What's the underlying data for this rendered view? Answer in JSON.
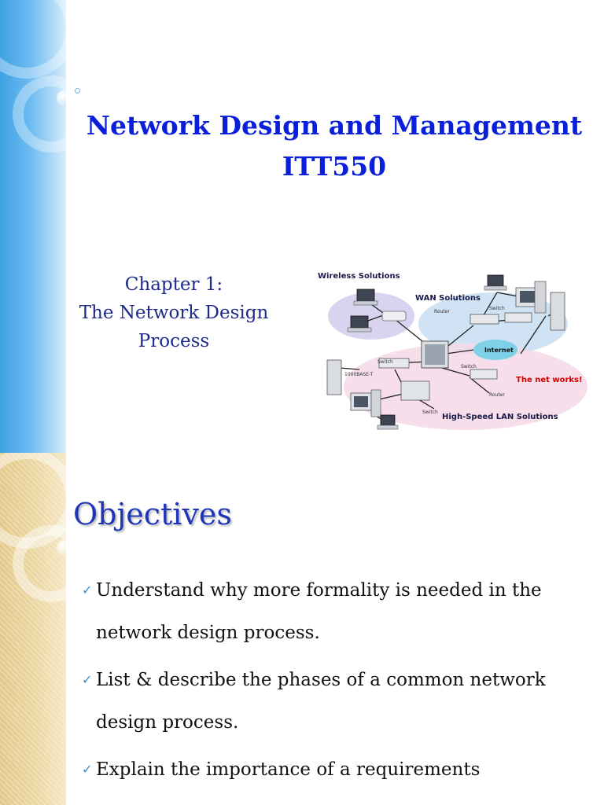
{
  "slide1": {
    "title_line1": "Network Design and Management",
    "title_line2": "ITT550",
    "chapter_label": "Chapter 1:",
    "chapter_title_line1": "The Network Design",
    "chapter_title_line2": "Process",
    "diagram": {
      "labels": {
        "wireless": "Wireless Solutions",
        "wan": "WAN Solutions",
        "internet": "Internet",
        "net_works": "The net works!",
        "lan": "High-Speed LAN Solutions",
        "router_a": "Router",
        "router_b": "Router",
        "switch_a": "Switch",
        "switch_b": "Switch",
        "switch_c": "Switch",
        "switch_d": "Switch",
        "base_t": "1000BASE-T"
      },
      "colors": {
        "wireless_cloud": "#d8d3ee",
        "wan_cloud": "#cfe3f5",
        "lan_cloud": "#f4d8e6",
        "internet_cloud": "#7fd1e8",
        "net_works_text": "#d40000"
      }
    }
  },
  "slide2": {
    "heading": "Objectives",
    "bullets": [
      "Understand why more formality is needed in the network design process.",
      "List & describe the phases of a common network design process.",
      "Explain the importance of a requirements"
    ],
    "check_glyph": "✓"
  }
}
